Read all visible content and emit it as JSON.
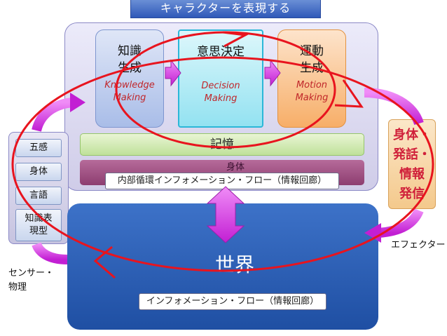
{
  "title": "キャラクターを表現する",
  "processes": [
    {
      "jp_line1": "知識",
      "jp_line2": "生成",
      "en_line1": "Knowledge",
      "en_line2": "Making"
    },
    {
      "jp_line1": "意思決定",
      "jp_line2": "",
      "en_line1": "Decision",
      "en_line2": "Making"
    },
    {
      "jp_line1": "運動",
      "jp_line2": "生成",
      "en_line1": "Motion",
      "en_line2": "Making"
    }
  ],
  "memory_label": "記憶",
  "body_bar_label": "身体",
  "internal_flow_label": "内部循環インフォメーション・フロー（情報回廊）",
  "sense_items": [
    "五感",
    "身体",
    "言語",
    "知識表\n現型"
  ],
  "world_label": "世界",
  "outer_flow_label": "インフォメーション・フロー（情報回廊）",
  "output_lines": [
    "身体・",
    "発話・",
    "情報",
    "発信"
  ],
  "sensor_label_line1": "センサー・",
  "sensor_label_line2": "物理",
  "effector_label": "エフェクター",
  "colors": {
    "accent_red": "#e8141e",
    "arrow_magenta": "#d63fe0",
    "world_blue": "#2a5db5"
  }
}
